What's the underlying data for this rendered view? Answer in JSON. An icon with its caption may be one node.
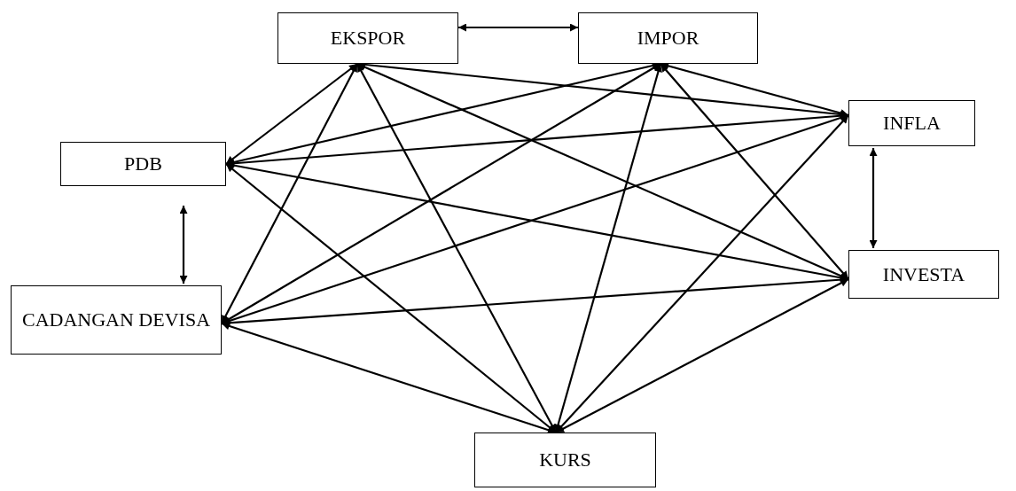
{
  "diagram": {
    "nodes": [
      {
        "text": [
          "EKSPOR"
        ]
      },
      {
        "text": [
          "IMPOR"
        ]
      },
      {
        "text": [
          "PDB"
        ]
      },
      {
        "text": [
          "INFLA"
        ]
      },
      {
        "text": [
          "CADANGAN DEVISA"
        ]
      },
      {
        "text": [
          "INVESTA"
        ]
      },
      {
        "text": [
          "KURS"
        ]
      }
    ],
    "edges": [
      {
        "from": 0,
        "to": 1,
        "arrow": "both"
      },
      {
        "from": 2,
        "to": 4,
        "arrow": "both"
      },
      {
        "from": 3,
        "to": 5,
        "arrow": "both"
      },
      {
        "from": 0,
        "to": 2,
        "arrow": "both"
      },
      {
        "from": 0,
        "to": 3,
        "arrow": "both"
      },
      {
        "from": 0,
        "to": 4,
        "arrow": "both"
      },
      {
        "from": 0,
        "to": 5,
        "arrow": "both"
      },
      {
        "from": 0,
        "to": 6,
        "arrow": "both"
      },
      {
        "from": 1,
        "to": 2,
        "arrow": "both"
      },
      {
        "from": 1,
        "to": 3,
        "arrow": "both"
      },
      {
        "from": 1,
        "to": 4,
        "arrow": "both"
      },
      {
        "from": 1,
        "to": 5,
        "arrow": "both"
      },
      {
        "from": 1,
        "to": 6,
        "arrow": "both"
      },
      {
        "from": 2,
        "to": 3,
        "arrow": "both"
      },
      {
        "from": 2,
        "to": 5,
        "arrow": "both"
      },
      {
        "from": 2,
        "to": 6,
        "arrow": "both"
      },
      {
        "from": 3,
        "to": 4,
        "arrow": "both"
      },
      {
        "from": 3,
        "to": 6,
        "arrow": "both"
      },
      {
        "from": 4,
        "to": 5,
        "arrow": "both"
      },
      {
        "from": 4,
        "to": 6,
        "arrow": "both"
      },
      {
        "from": 5,
        "to": 6,
        "arrow": "both"
      }
    ]
  }
}
